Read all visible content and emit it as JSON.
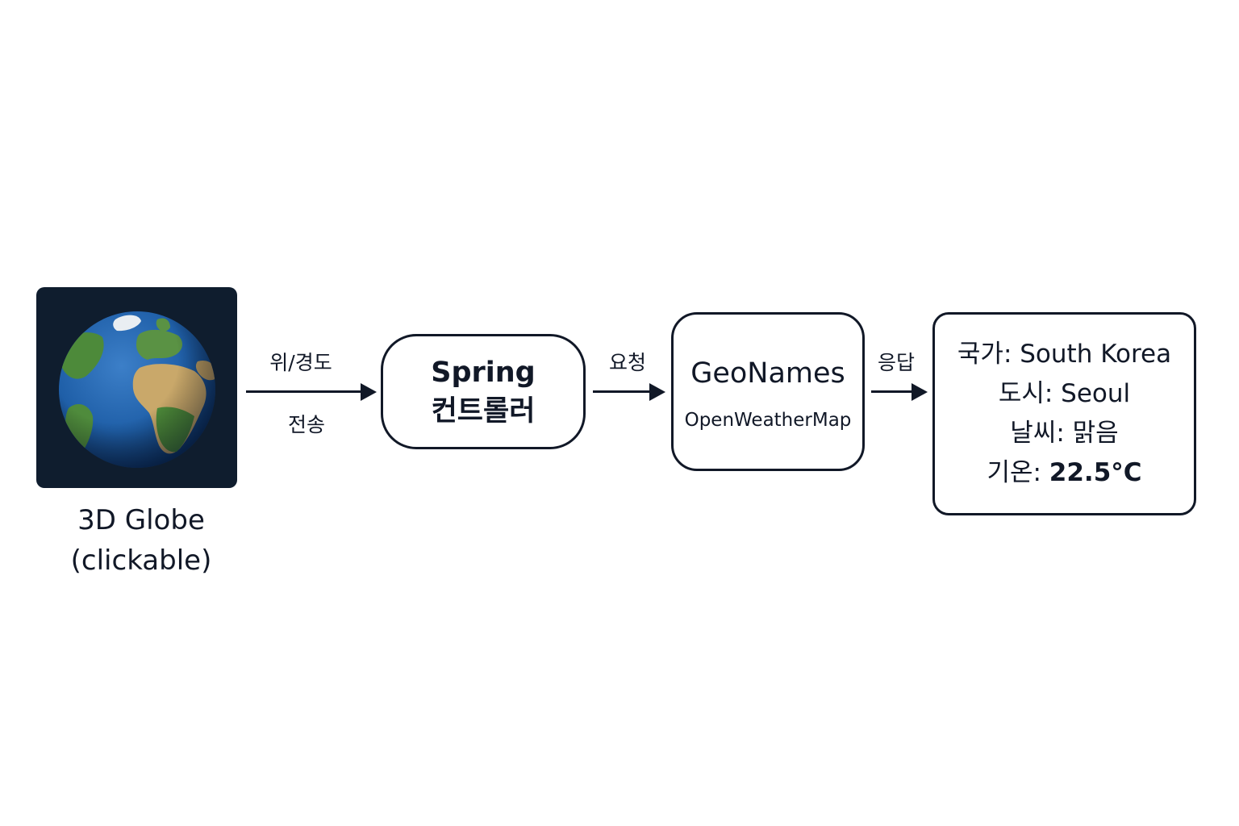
{
  "globe": {
    "caption_line1": "3D Globe",
    "caption_line2": "(clickable)",
    "icon": "earth-globe-icon",
    "background": "#0f1d2e"
  },
  "arrows": {
    "first_top_label": "위/경도",
    "first_bottom_label": "전송",
    "second_label": "요청",
    "third_label": "응답"
  },
  "spring": {
    "line1": "Spring",
    "line2": "컨트롤러"
  },
  "apis": {
    "title": "GeoNames",
    "subtitle": "OpenWeatherMap"
  },
  "result": {
    "country_label": "국가:",
    "country_value": "South Korea",
    "city_label": "도시:",
    "city_value": "Seoul",
    "weather_label": "날씨:",
    "weather_value": "맑음",
    "temp_label": "기온:",
    "temp_value": "22.5°C"
  },
  "colors": {
    "stroke": "#111827",
    "ocean": "#1f5fa8",
    "land": "#4d8a3a",
    "desert": "#c9a86a"
  }
}
